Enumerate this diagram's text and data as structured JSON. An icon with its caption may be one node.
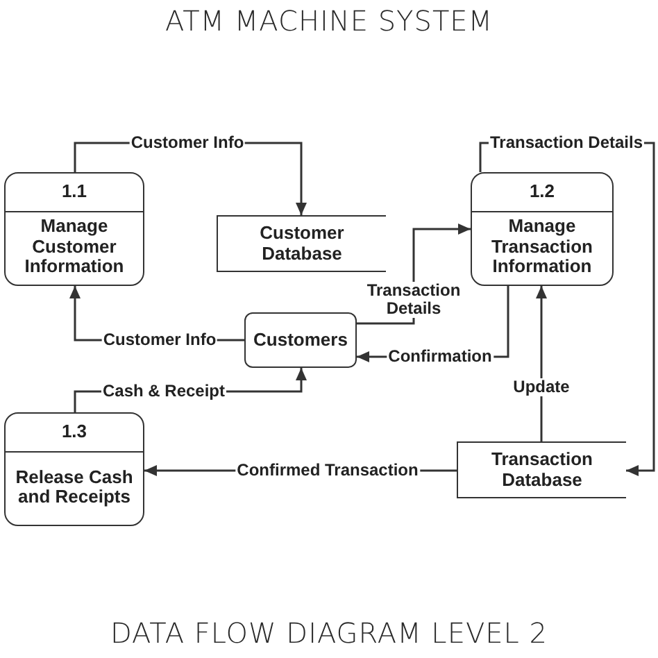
{
  "diagram": {
    "title": "ATM MACHINE SYSTEM",
    "caption": "DATA FLOW DIAGRAM LEVEL 2",
    "nodes": [
      {
        "text": [
          "1.1",
          "Manage Customer Information"
        ]
      },
      {
        "text": [
          "Customer Database"
        ]
      },
      {
        "text": [
          "1.2",
          "Manage Transaction Information"
        ]
      },
      {
        "text": [
          "Customers"
        ]
      },
      {
        "text": [
          "1.3",
          "Release Cash and Receipts"
        ]
      },
      {
        "text": [
          "Transaction Database"
        ]
      }
    ],
    "edges": [
      {
        "from": 0,
        "to": 1,
        "arrow": "to",
        "label": "Customer Info"
      },
      {
        "from": 3,
        "to": 0,
        "arrow": "to",
        "label": "Customer Info"
      },
      {
        "from": 3,
        "to": 2,
        "arrow": "to",
        "label": "Transaction Details"
      },
      {
        "from": 2,
        "to": 3,
        "arrow": "to",
        "label": "Confirmation"
      },
      {
        "from": 2,
        "to": 5,
        "arrow": "to",
        "label": "Transaction Details"
      },
      {
        "from": 5,
        "to": 2,
        "arrow": "to",
        "label": "Update"
      },
      {
        "from": 5,
        "to": 4,
        "arrow": "to",
        "label": "Confirmed Transaction"
      },
      {
        "from": 4,
        "to": 3,
        "arrow": "to",
        "label": "Cash & Receipt"
      }
    ]
  }
}
